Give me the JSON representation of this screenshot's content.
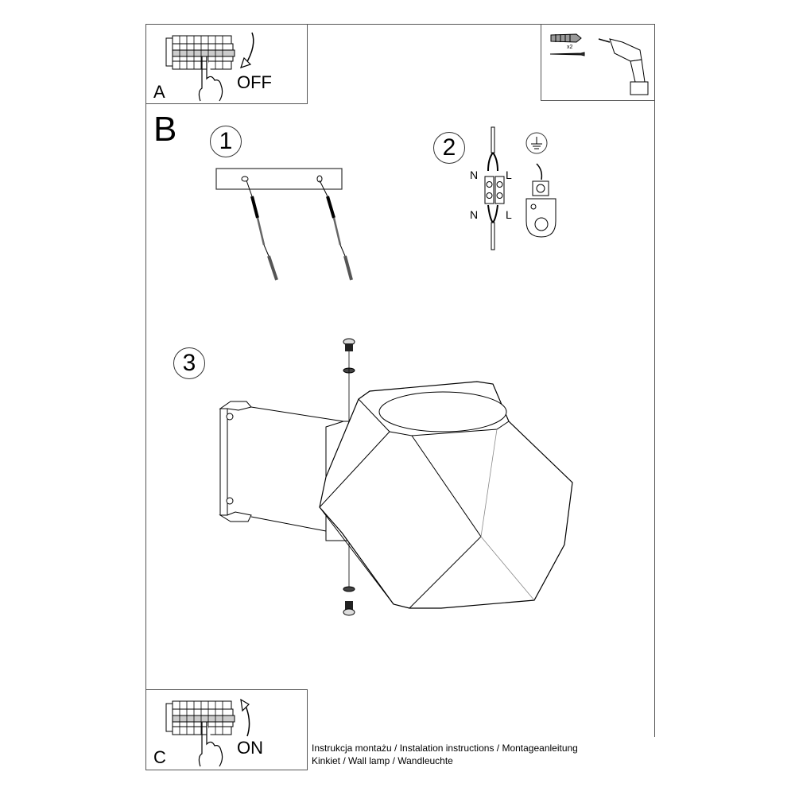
{
  "panel_a": {
    "letter": "A",
    "action": "OFF"
  },
  "panel_c": {
    "letter": "C",
    "action": "ON"
  },
  "tools": {
    "anchor_count": "x2"
  },
  "section_b": {
    "letter": "B",
    "steps": [
      {
        "number": "1"
      },
      {
        "number": "2",
        "labels": {
          "top_left": "N",
          "top_right": "L",
          "bottom_left": "N",
          "bottom_right": "L"
        }
      },
      {
        "number": "3"
      }
    ]
  },
  "footer": {
    "line1": "Instrukcja montażu / Instalation instructions / Montageanleitung",
    "line2": "Kinkiet  / Wall lamp / Wandleuchte"
  },
  "icons": {
    "breaker_panel": "breaker-panel-icon",
    "hand": "hand-icon",
    "arrow_down": "curved-arrow-down-icon",
    "arrow_up": "curved-arrow-up-icon",
    "drill": "drill-icon",
    "wall_plug": "wall-plug-icon",
    "screw": "screw-icon",
    "ground": "ground-symbol-icon",
    "terminal_block": "terminal-block-icon"
  }
}
